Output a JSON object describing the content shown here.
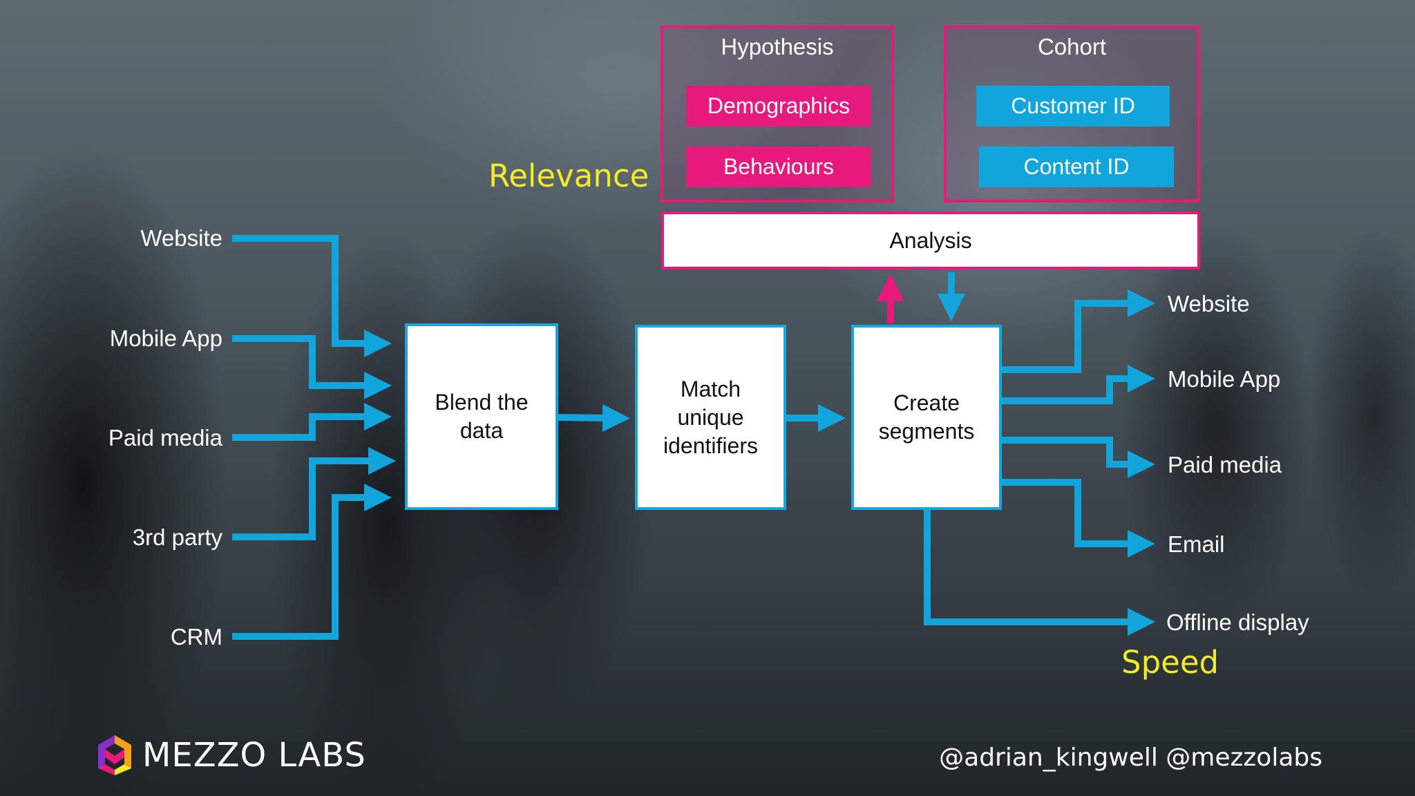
{
  "inputs": [
    "Website",
    "Mobile App",
    "Paid media",
    "3rd party",
    "CRM"
  ],
  "steps": {
    "blend": "Blend the data",
    "match": "Match unique identifiers",
    "segments": "Create segments"
  },
  "analysis": "Analysis",
  "hypothesis": {
    "title": "Hypothesis",
    "items": [
      "Demographics",
      "Behaviours"
    ]
  },
  "cohort": {
    "title": "Cohort",
    "items": [
      "Customer ID",
      "Content ID"
    ]
  },
  "outputs": [
    "Website",
    "Mobile App",
    "Paid media",
    "Email",
    "Offline display"
  ],
  "relevance": "Relevance",
  "speed": "Speed",
  "brand": "MEZZO LABS",
  "handles": "@adrian_kingwell @mezzolabs",
  "colors": {
    "flow_blue": "#12a5dc",
    "accent_pink": "#e6197d",
    "highlight_yellow": "#f2ec28"
  }
}
